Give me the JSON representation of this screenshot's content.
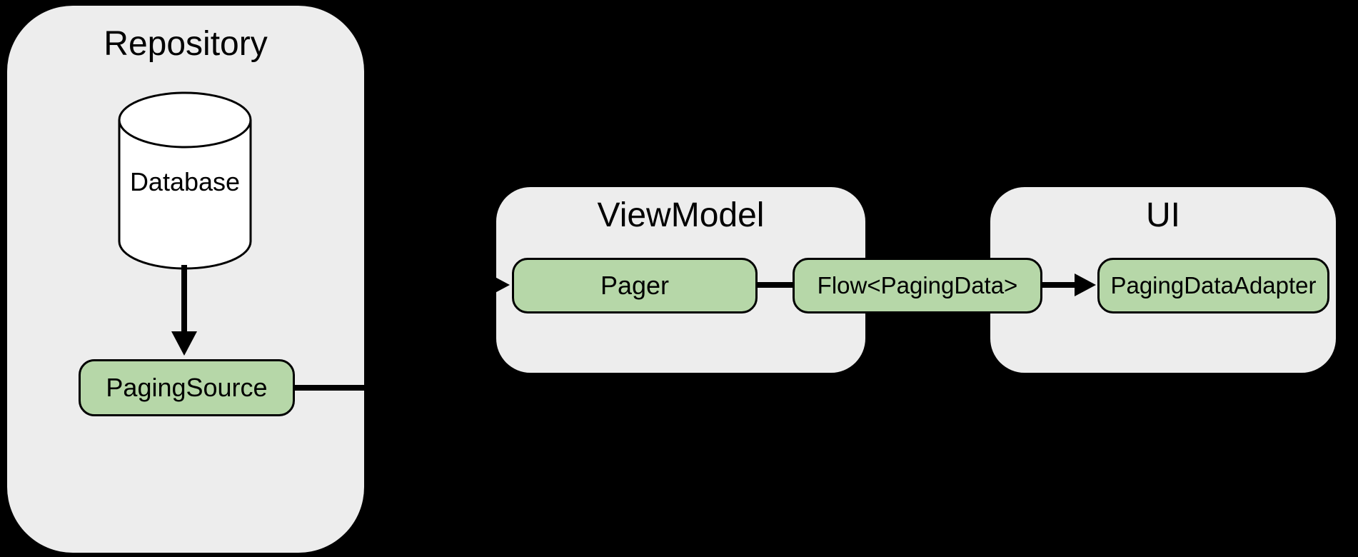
{
  "diagram": {
    "background_color": "#000000",
    "container_fill": "#ededed",
    "node_fill": "#b6d7a8",
    "node_border_color": "#000000",
    "cylinder_fill": "#ffffff",
    "containers": {
      "repository": {
        "title": "Repository"
      },
      "viewmodel": {
        "title": "ViewModel"
      },
      "ui": {
        "title": "UI"
      }
    },
    "nodes": {
      "database": {
        "label": "Database"
      },
      "paging_source": {
        "label": "PagingSource"
      },
      "pager": {
        "label": "Pager"
      },
      "flow": {
        "label": "Flow<PagingData>"
      },
      "adapter": {
        "label": "PagingDataAdapter"
      }
    }
  }
}
